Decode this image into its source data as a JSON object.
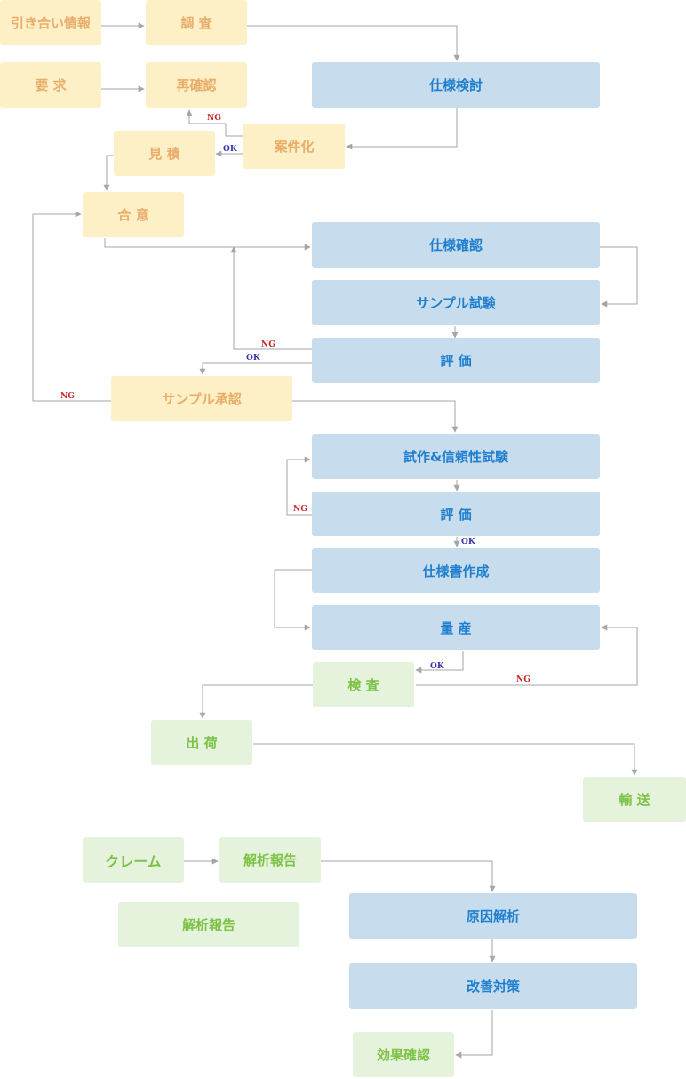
{
  "nodes": {
    "inquiry": "引き合い情報",
    "investigation": "調 査",
    "request": "要 求",
    "reconfirm": "再確認",
    "spec_review": "仕様検討",
    "proposal": "案件化",
    "estimate": "見 積",
    "agreement": "合 意",
    "spec_confirm": "仕様確認",
    "sample_test": "サンプル試験",
    "evaluation_1": "評 価",
    "sample_approval": "サンプル承認",
    "trial_reliability": "試作&信頼性試験",
    "evaluation_2": "評 価",
    "spec_document": "仕様書作成",
    "mass_production": "量 産",
    "inspection": "検 査",
    "shipment": "出 荷",
    "transport": "輸 送",
    "claim": "クレーム",
    "analysis_report_1": "解析報告",
    "analysis_report_2": "解析報告",
    "root_cause": "原因解析",
    "countermeasure": "改善対策",
    "effect_check": "効果確認"
  },
  "edge_labels": {
    "ok": "OK",
    "ng": "NG"
  },
  "colors": {
    "sales_fill": "#fdefc6",
    "sales_text": "#e9ad6a",
    "engineering_fill": "#c7dcec",
    "engineering_text": "#1f7fcf",
    "quality_fill": "#e6f3dc",
    "quality_text": "#7cc246",
    "connector": "#a6a6a6",
    "ok_label": "#3333aa",
    "ng_label": "#cc2222"
  }
}
